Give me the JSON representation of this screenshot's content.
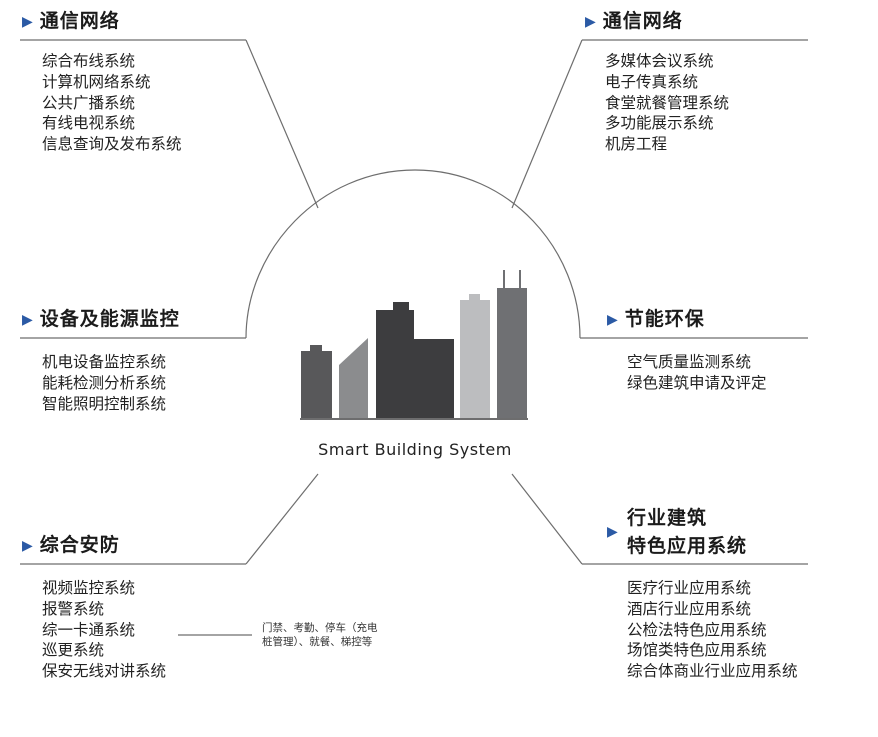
{
  "center_label": "Smart Building System",
  "groups": {
    "top_left": {
      "title": "通信网络",
      "items": [
        "综合布线系统",
        "计算机网络系统",
        "公共广播系统",
        "有线电视系统",
        "信息查询及发布系统"
      ]
    },
    "top_right": {
      "title": "通信网络",
      "items": [
        "多媒体会议系统",
        "电子传真系统",
        "食堂就餐管理系统",
        "多功能展示系统",
        "机房工程"
      ]
    },
    "mid_left": {
      "title": "设备及能源监控",
      "items": [
        "机电设备监控系统",
        "能耗检测分析系统",
        "智能照明控制系统"
      ]
    },
    "mid_right": {
      "title": "节能环保",
      "items": [
        "空气质量监测系统",
        "绿色建筑申请及评定"
      ]
    },
    "bottom_left": {
      "title": "综合安防",
      "items": [
        "视频监控系统",
        "报警系统",
        "综一卡通系统",
        "巡更系统",
        "保安无线对讲系统"
      ],
      "note_lines": [
        "门禁、考勤、停车（充电",
        "桩管理）、就餐、梯控等"
      ]
    },
    "bottom_right": {
      "title_lines": [
        "行业建筑",
        "特色应用系统"
      ],
      "items": [
        "医疗行业应用系统",
        "酒店行业应用系统",
        "公检法特色应用系统",
        "场馆类特色应用系统",
        "综合体商业行业应用系统"
      ]
    }
  },
  "colors": {
    "accent_triangle": "#2b5aa5",
    "line": "#6e6e6e",
    "building_dark": "#3d3d3f",
    "building_mid": "#58585a",
    "building_gray": "#8b8c8e",
    "building_light": "#bcbdbf",
    "building_slate": "#6f7073"
  }
}
